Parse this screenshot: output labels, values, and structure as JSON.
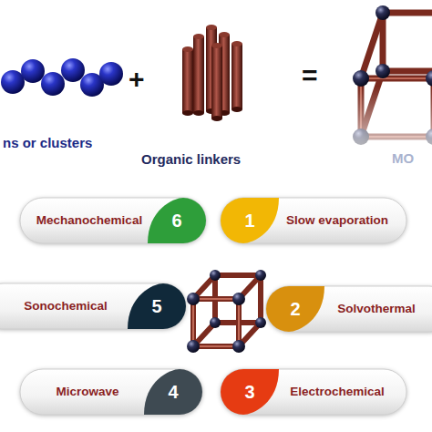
{
  "diagram": {
    "nodes": [
      {
        "text": [
          "Mechanochemical",
          "6"
        ]
      },
      {
        "text": [
          "Slow evaporation",
          "1"
        ]
      },
      {
        "text": [
          "Sonochemical",
          "5"
        ]
      },
      {
        "text": [
          "Solvothermal",
          "2"
        ]
      },
      {
        "text": [
          "Microwave",
          "4"
        ]
      },
      {
        "text": [
          "Electrochemical",
          "3"
        ]
      }
    ],
    "labels": [
      "ns or clusters",
      "+",
      "Organic linkers",
      "=",
      "MO"
    ]
  }
}
